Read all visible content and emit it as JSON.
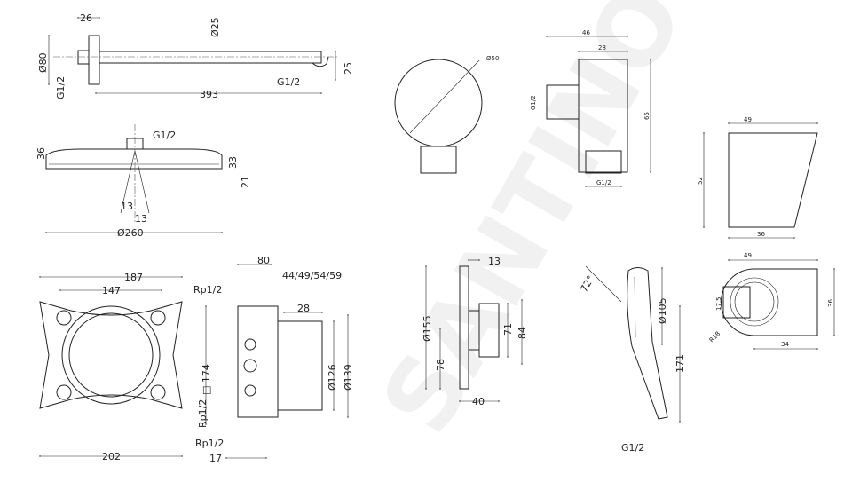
{
  "watermark": "SANTINO",
  "shower_arm": {
    "flange_width": "26",
    "flange_dia": "Ø80",
    "thread_wall": "G1/2",
    "arm_dia": "Ø25",
    "length": "393",
    "thread_out": "G1/2",
    "height_out": "25"
  },
  "overhead_shower": {
    "thread": "G1/2",
    "height": "36",
    "top": "33",
    "bottom": "21",
    "angle_a": "13",
    "angle_b": "13",
    "dia": "Ø260"
  },
  "mount_plate": {
    "width_outer": "187",
    "width_inner": "147",
    "overall": "202"
  },
  "install_box": {
    "depth": "80",
    "rp_top": "Rp1/2",
    "depth_options": "44/49/54/59",
    "ring": "28",
    "square": "□ 174",
    "rp_side": "Rp1/2",
    "rp_bottom": "Rp1/2",
    "offset": "17",
    "dia_inner": "Ø126",
    "dia_outer": "Ø139"
  },
  "wall_outlet": {
    "dia": "Ø50",
    "width": "46",
    "body": "28",
    "thread_side": "G1/2",
    "height": "65",
    "thread_bottom": "G1/2"
  },
  "holder_side": {
    "top": "49",
    "height": "52",
    "bottom": "36"
  },
  "holder_top": {
    "width": "49",
    "slot": "17.5",
    "depth": "36",
    "radius": "R18",
    "offset": "34"
  },
  "thermostat": {
    "proj": "13",
    "dia": "Ø155",
    "center": "78",
    "h1": "71",
    "h2": "84",
    "depth": "40"
  },
  "hand_shower": {
    "angle": "72°",
    "dia": "Ø105",
    "length": "171",
    "thread": "G1/2"
  }
}
